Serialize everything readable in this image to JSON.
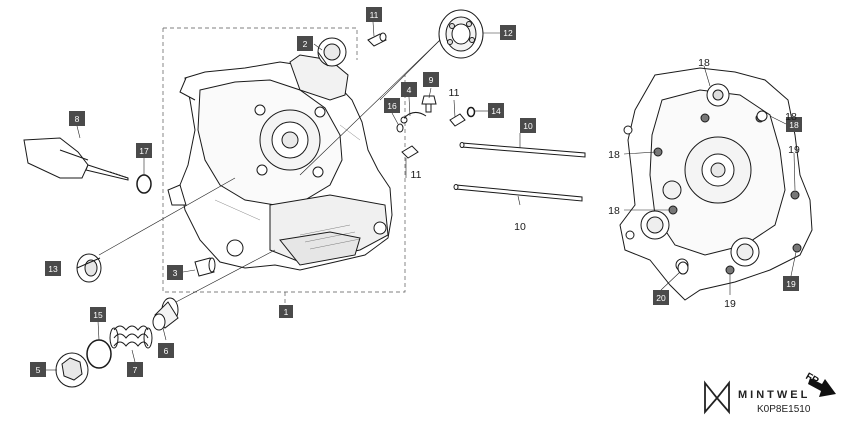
{
  "colors": {
    "callout_bg": "#4a4a4a",
    "line": "#1a1a1a",
    "part_fill": "#ffffff"
  },
  "callouts": {
    "c11": "11",
    "c12": "12",
    "c2": "2",
    "c4": "4",
    "c9": "9",
    "c16": "16",
    "c14": "14",
    "c10": "10",
    "c8": "8",
    "c17": "17",
    "c13": "13",
    "c3": "3",
    "c15": "15",
    "c5": "5",
    "c7": "7",
    "c6": "6",
    "c1": "1",
    "c18a": "18",
    "c19a": "19",
    "c20": "20"
  },
  "plain_labels": {
    "p11a": "11",
    "p11b": "11",
    "p10": "10",
    "p18a": "18",
    "p18b": "18",
    "p18c": "18",
    "p18d": "18",
    "p19a": "19",
    "p19b": "19"
  },
  "brand": {
    "name": "MINTWEL",
    "icon": "mintwel-logo-icon"
  },
  "diagram_code": "K0P8E1510",
  "direction": {
    "label": "FR.",
    "icon": "front-arrow-icon"
  }
}
